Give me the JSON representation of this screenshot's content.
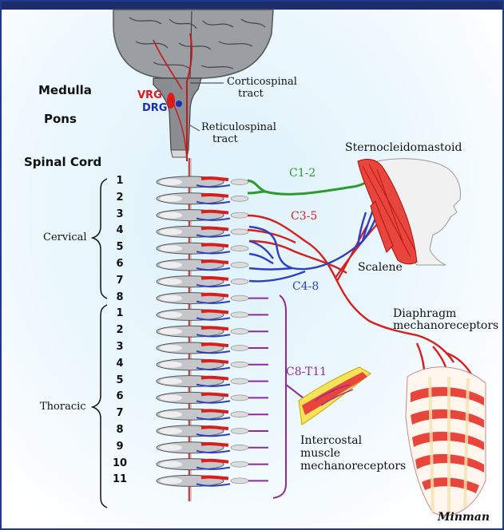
{
  "diagram": {
    "brain_labels": {
      "medulla": "Medulla",
      "pons": "Pons",
      "vrg": "VRG",
      "drg": "DRG",
      "corticospinal": [
        "Corticospinal",
        "tract"
      ],
      "reticulospinal": [
        "Reticulospinal",
        "tract"
      ],
      "spinal_cord": "Spinal Cord"
    },
    "regions": {
      "cervical": "Cervical",
      "thoracic": "Thoracic"
    },
    "cervical_levels": [
      "1",
      "2",
      "3",
      "4",
      "5",
      "6",
      "7",
      "8"
    ],
    "thoracic_levels": [
      "1",
      "2",
      "3",
      "4",
      "5",
      "6",
      "7",
      "8",
      "9",
      "10",
      "11"
    ],
    "nerve_labels": {
      "c1_2": "C1-2",
      "c3_5": "C3-5",
      "c4_8": "C4-8",
      "c8_t11": "C8-T11"
    },
    "muscle_labels": {
      "sternocleidomastoid": "Sternocleidomastoid",
      "scalene": "Scalene",
      "diaphragm": [
        "Diaphragm",
        "mechanoreceptors"
      ],
      "intercostal": [
        "Intercostal",
        "muscle",
        "mechanoreceptors"
      ]
    },
    "signature": "Minman",
    "colors": {
      "motor_red": "#d91e1e",
      "sensory_blue": "#2e3fc4",
      "green_nerve": "#2c9a2c",
      "purple_nerve": "#8e2a9e",
      "muscle_red": "#e8453c",
      "frame_blue": "#1f3a8a"
    }
  }
}
